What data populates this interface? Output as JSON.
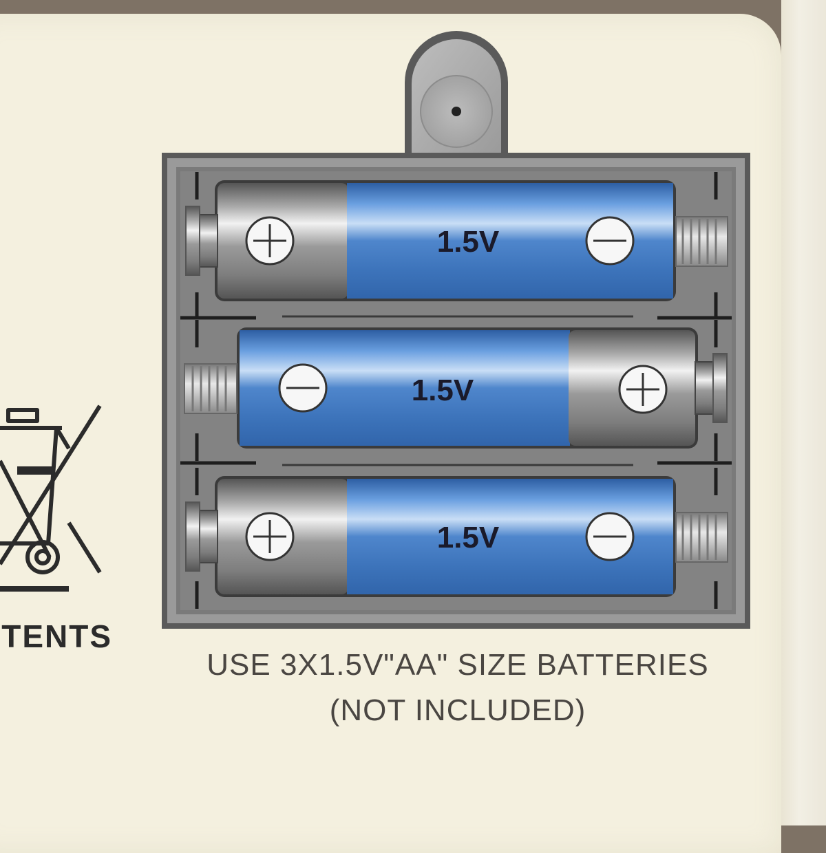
{
  "battery_voltage_labels": [
    "1.5V",
    "1.5V",
    "1.5V"
  ],
  "instruction": {
    "line1": "USE 3X1.5V\"AA\" SIZE BATTERIES",
    "line2": "(NOT INCLUDED)"
  },
  "recycle_symbol": {
    "icon": "crossed-out-wheelie-bin-icon",
    "caption_fragment": "TENTS"
  },
  "colors": {
    "background_band": "#7e7265",
    "card": "#f4f0df",
    "battery_blue": "#3e73b5",
    "battery_metal": "#9c9c9c",
    "holder_gray": "#777777"
  }
}
